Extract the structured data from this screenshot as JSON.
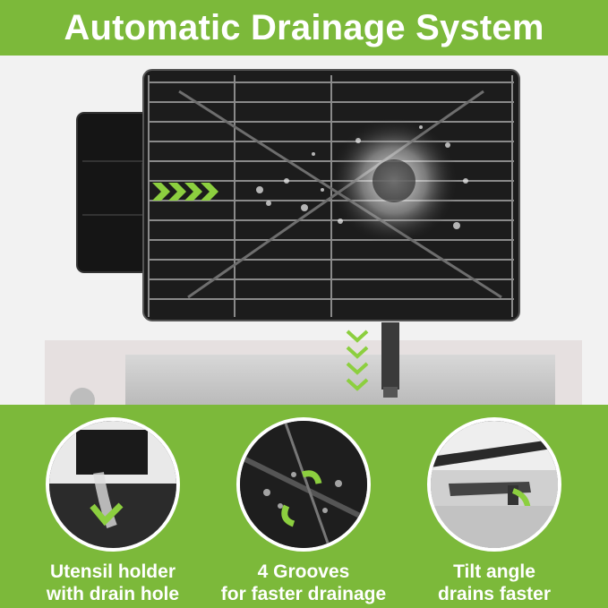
{
  "header": {
    "title": "Automatic Drainage System"
  },
  "features": [
    {
      "line1": "Utensil holder",
      "line2": "with drain hole",
      "icon": "utensil-holder-drain-icon"
    },
    {
      "line1": "4 Grooves",
      "line2": "for faster drainage",
      "icon": "grooves-drainage-icon"
    },
    {
      "line1": "Tilt angle",
      "line2": "drains faster",
      "icon": "tilt-angle-icon"
    }
  ],
  "colors": {
    "brand_green": "#7cb93a",
    "tray_black": "#1c1c1c",
    "arrow_green": "#8ccf3f"
  }
}
